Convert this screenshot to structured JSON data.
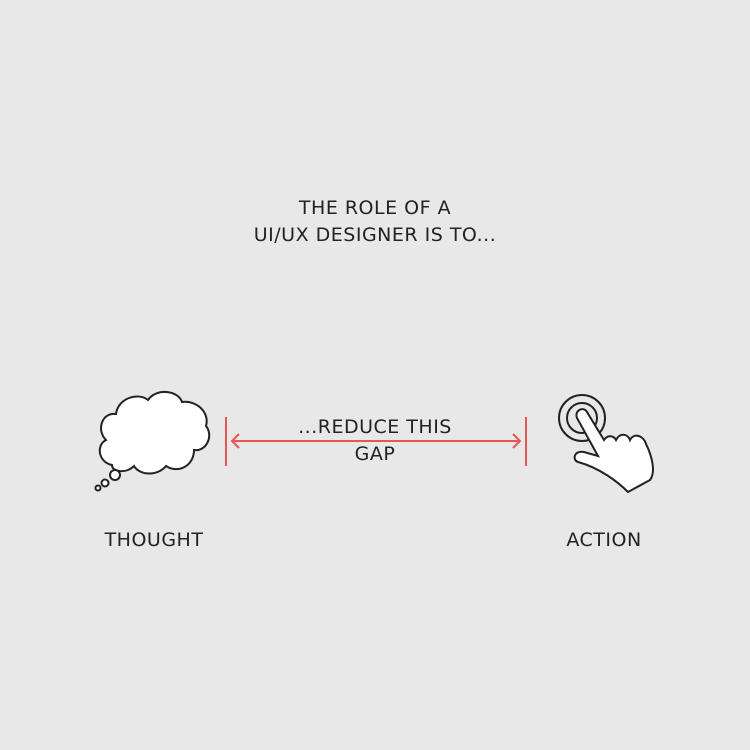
{
  "heading": {
    "line1": "THE ROLE OF A",
    "line2": "UI/UX DESIGNER IS TO..."
  },
  "gap": {
    "line1": "...REDUCE THIS",
    "line2": "GAP"
  },
  "left_label": "THOUGHT",
  "right_label": "ACTION",
  "colors": {
    "accent": "#e85555",
    "background": "#e8e8e8",
    "ink": "#222222"
  }
}
